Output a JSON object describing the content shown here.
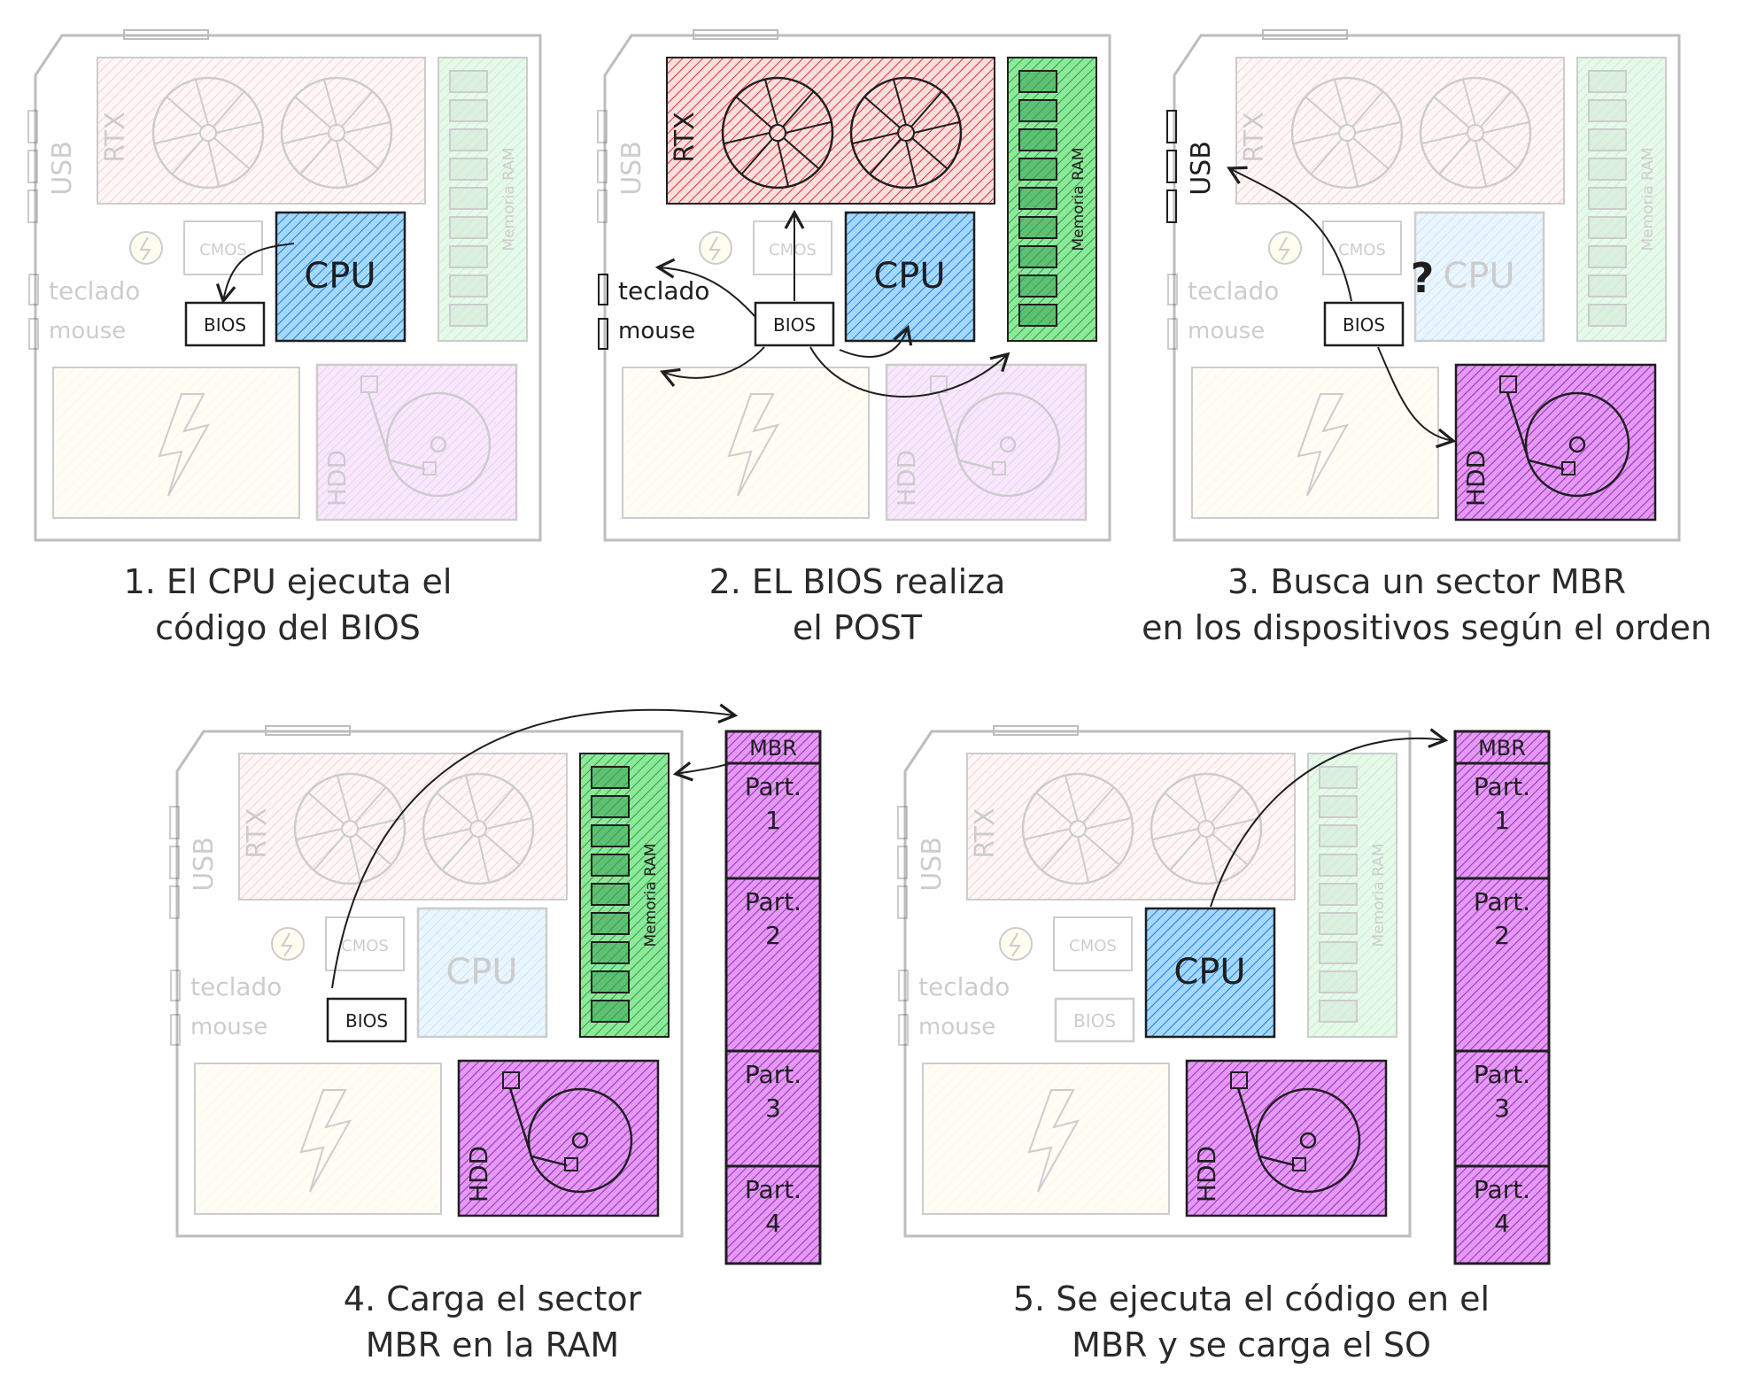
{
  "labels": {
    "rtx": "RTX",
    "usb": "USB",
    "cmos": "CMOS",
    "cpu": "CPU",
    "bios": "BIOS",
    "ram": "Memoria RAM",
    "keyboard": "teclado",
    "mouse": "mouse",
    "hdd": "HDD",
    "question": "?"
  },
  "disk": {
    "mbr": "MBR",
    "partitions": [
      {
        "part": "Part.",
        "num": "1"
      },
      {
        "part": "Part.",
        "num": "2"
      },
      {
        "part": "Part.",
        "num": "3"
      },
      {
        "part": "Part.",
        "num": "4"
      }
    ]
  },
  "steps": [
    {
      "line1": "1. El CPU ejecuta el",
      "line2": "código del BIOS"
    },
    {
      "line1": "2. EL BIOS realiza",
      "line2": "el POST"
    },
    {
      "line1": "3. Busca un sector MBR",
      "line2": "en los dispositivos según el orden"
    },
    {
      "line1": "4. Carga el sector",
      "line2": "MBR en la RAM"
    },
    {
      "line1": "5. Se ejecuta el código en el",
      "line2": "MBR y se carga el SO"
    }
  ],
  "colors": {
    "gpu": "#ffc9c9",
    "cpu": "#74b9ff",
    "ram": "#2f9e44",
    "psu": "#fff3bf",
    "hdd": "#ae3ec9",
    "board": "#bdbdbd",
    "ink": "#1e1e1e"
  }
}
